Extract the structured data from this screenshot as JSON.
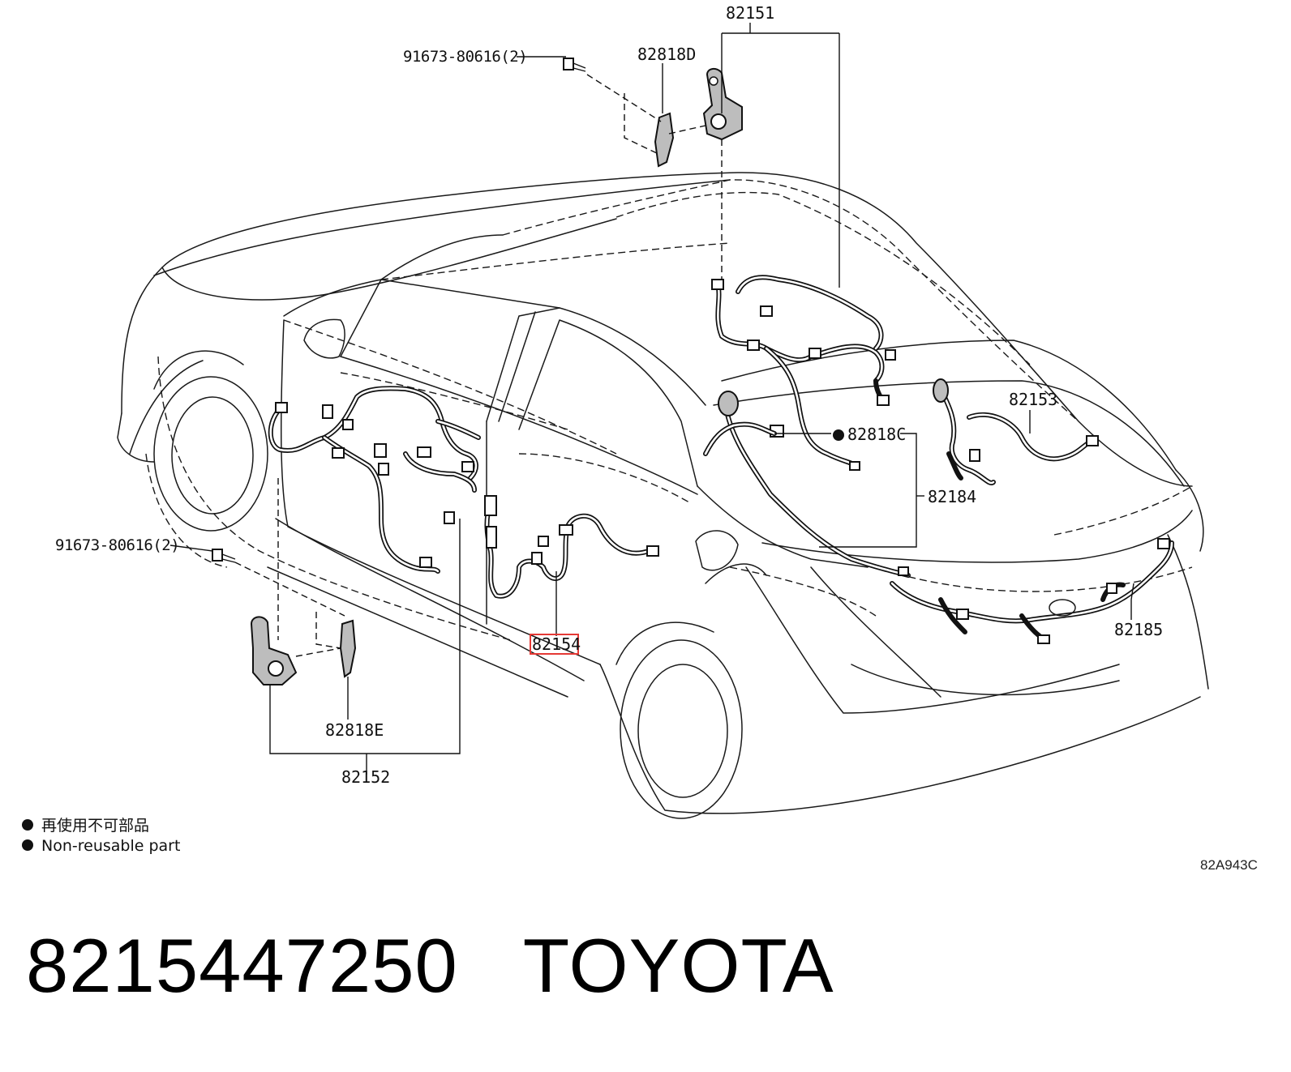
{
  "callouts": {
    "c82151": "82151",
    "c82818D": "82818D",
    "c91673_top": "91673-80616(2)",
    "c91673_left": "91673-80616(2)",
    "c82818C": "82818C",
    "c82153": "82153",
    "c82184": "82184",
    "c82185": "82185",
    "c82154": "82154",
    "c82818E": "82818E",
    "c82152": "82152"
  },
  "legend": {
    "line_jp": "再使用不可部品",
    "line_en": "Non-reusable part"
  },
  "diagram_ref": "82A943C",
  "footer": {
    "part_number": "8215447250",
    "brand": "TOYOTA"
  },
  "colors": {
    "highlight_box": "#e53935",
    "line": "#111111",
    "part_fill": "#bdbdbd"
  }
}
